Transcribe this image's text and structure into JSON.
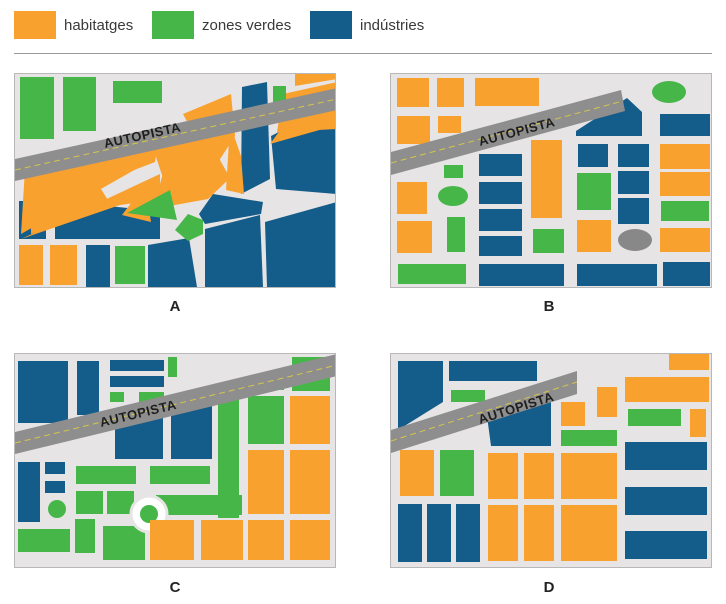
{
  "colors": {
    "housing": "#f9a12e",
    "green": "#46b649",
    "industry": "#145c8a",
    "ground": "#e6e4e4",
    "highway": "#8e8e8e",
    "lane": "#d6c64a",
    "pond": "#888888"
  },
  "legend": [
    {
      "label": "habitatges",
      "color": "#f9a12e"
    },
    {
      "label": "zones verdes",
      "color": "#46b649"
    },
    {
      "label": "indústries",
      "color": "#145c8a"
    }
  ],
  "maps": [
    {
      "letter": "A",
      "highway_label": "AUTOPISTA"
    },
    {
      "letter": "B",
      "highway_label": "AUTOPISTA"
    },
    {
      "letter": "C",
      "highway_label": "AUTOPISTA"
    },
    {
      "letter": "D",
      "highway_label": "AUTOPISTA"
    }
  ]
}
